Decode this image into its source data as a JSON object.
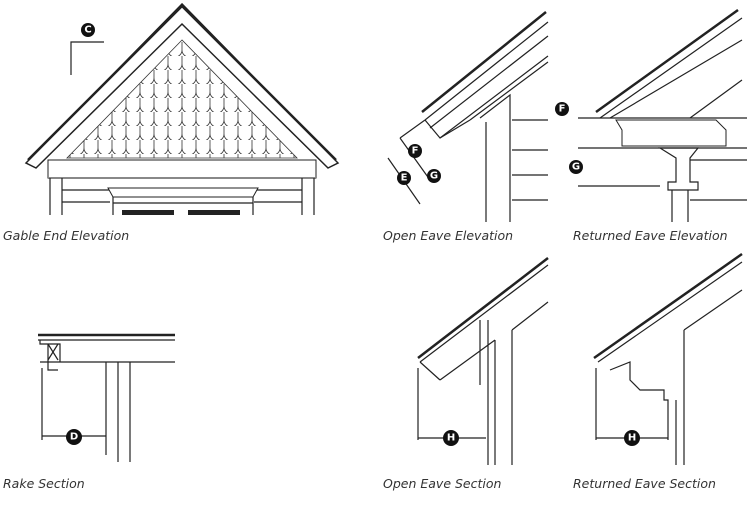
{
  "captions": {
    "gable_end_elevation": "Gable End Elevation",
    "open_eave_elevation": "Open Eave Elevation",
    "returned_eave_elevation": "Returned Eave Elevation",
    "rake_section": "Rake Section",
    "open_eave_section": "Open Eave Section",
    "returned_eave_section": "Returned Eave Section"
  },
  "markers": {
    "gable_c": "C",
    "open_f": "F",
    "open_g": "G",
    "open_e": "E",
    "returned_f": "F",
    "returned_g": "G",
    "rake_d": "D",
    "open_section_h": "H",
    "returned_section_h": "H"
  }
}
